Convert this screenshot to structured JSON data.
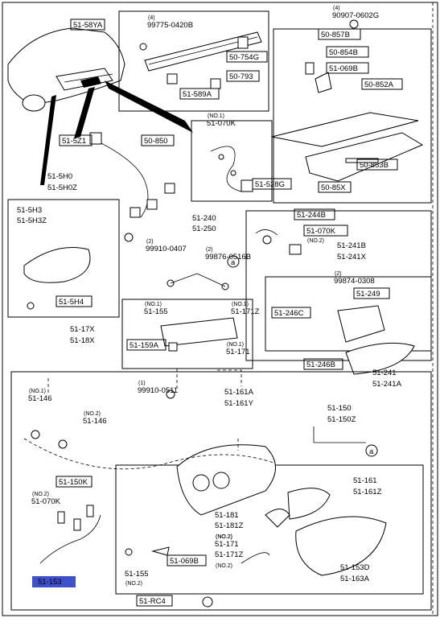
{
  "callouts": [
    {
      "id": "c1",
      "text": "51-58YA"
    },
    {
      "id": "c2",
      "text": "99775-0420B",
      "prefix": "(4)"
    },
    {
      "id": "c3",
      "text": "90907-0602G",
      "prefix": "(4)"
    },
    {
      "id": "c4",
      "text": "50-857B"
    },
    {
      "id": "c5",
      "text": "50-754G"
    },
    {
      "id": "c6",
      "text": "50-854B"
    },
    {
      "id": "c7",
      "text": "51-069B"
    },
    {
      "id": "c8",
      "text": "50-793"
    },
    {
      "id": "c9",
      "text": "50-852A"
    },
    {
      "id": "c10",
      "text": "51-589A"
    },
    {
      "id": "c11",
      "text": "51-070K",
      "prefix": "(NO.1)"
    },
    {
      "id": "c12",
      "text": "51-5Z1"
    },
    {
      "id": "c13",
      "text": "50-850"
    },
    {
      "id": "c14",
      "text": "50-853B"
    },
    {
      "id": "c15",
      "text": "51-528G"
    },
    {
      "id": "c16",
      "text": "50-85X"
    },
    {
      "id": "c17",
      "text": "51-5H0"
    },
    {
      "id": "c18",
      "text": "51-5H0Z"
    },
    {
      "id": "c19",
      "text": "51-5H3"
    },
    {
      "id": "c20",
      "text": "51-5H3Z"
    },
    {
      "id": "c21",
      "text": "51-240"
    },
    {
      "id": "c22",
      "text": "51-250"
    },
    {
      "id": "c23",
      "text": "51-244B"
    },
    {
      "id": "c24",
      "text": "99910-0407",
      "prefix": "(2)"
    },
    {
      "id": "c25",
      "text": "99876-0516B",
      "prefix": "(2)"
    },
    {
      "id": "c26",
      "text": "51-070K",
      "suffix": "(NO.2)"
    },
    {
      "id": "c27",
      "text": "51-241B"
    },
    {
      "id": "c28",
      "text": "51-241X"
    },
    {
      "id": "c29",
      "text": "51-5H4"
    },
    {
      "id": "c30",
      "text": "99874-0308",
      "prefix": "(2)"
    },
    {
      "id": "c31",
      "text": "51-249"
    },
    {
      "id": "c32",
      "text": "51-155",
      "prefix": "(NO.1)"
    },
    {
      "id": "c33",
      "text": "51-171Z",
      "prefix": "(NO.1)"
    },
    {
      "id": "c34",
      "text": "51-17X"
    },
    {
      "id": "c35",
      "text": "51-18X"
    },
    {
      "id": "c36",
      "text": "51-246C"
    },
    {
      "id": "c37",
      "text": "51-159A"
    },
    {
      "id": "c38",
      "text": "51-171",
      "prefix": "(NO.1)"
    },
    {
      "id": "c39",
      "text": "51-246B"
    },
    {
      "id": "c40",
      "text": "51-241"
    },
    {
      "id": "c41",
      "text": "51-241A"
    },
    {
      "id": "c42",
      "text": "99910-0511",
      "prefix": "(1)"
    },
    {
      "id": "c43",
      "text": "51-146",
      "prefix": "(NO.1)"
    },
    {
      "id": "c44",
      "text": "51-161A"
    },
    {
      "id": "c45",
      "text": "51-161Y"
    },
    {
      "id": "c46",
      "text": "51-150"
    },
    {
      "id": "c47",
      "text": "51-150Z"
    },
    {
      "id": "c48",
      "text": "51-146",
      "prefix": "(NO.2)"
    },
    {
      "id": "c49",
      "text": "51-150K"
    },
    {
      "id": "c50",
      "text": "51-070K",
      "prefix": "(NO.2)"
    },
    {
      "id": "c51",
      "text": "51-161"
    },
    {
      "id": "c52",
      "text": "51-161Z"
    },
    {
      "id": "c53",
      "text": "51-181"
    },
    {
      "id": "c54",
      "text": "51-181Z"
    },
    {
      "id": "c55",
      "text": "51-171",
      "prefix": "(NO.2)"
    },
    {
      "id": "c56",
      "text": "51-171Z"
    },
    {
      "id": "c57",
      "text": "51-155",
      "suffix": "(NO.2)"
    },
    {
      "id": "c58",
      "text": "51-069B"
    },
    {
      "id": "c59",
      "text": "51-153D"
    },
    {
      "id": "c60",
      "text": "51-163A"
    },
    {
      "id": "c61",
      "text": "51-153"
    },
    {
      "id": "c62",
      "text": "51-RC4"
    }
  ],
  "ref_marker": "a",
  "no2_mark": "(NO.2)"
}
